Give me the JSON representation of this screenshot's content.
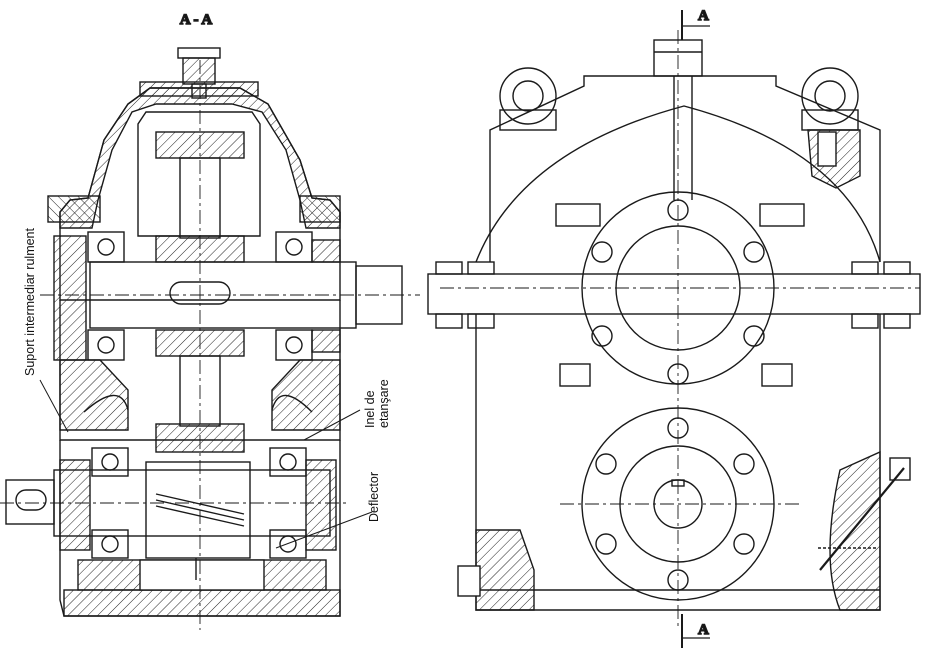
{
  "section_title": "A - A",
  "section_marker_top": "A",
  "section_marker_bottom": "A",
  "labels": {
    "bearing_support": "Suport intermediar rulment",
    "seal_ring_line1": "Inel de",
    "seal_ring_line2": "etanşare",
    "deflector": "Deflector"
  }
}
